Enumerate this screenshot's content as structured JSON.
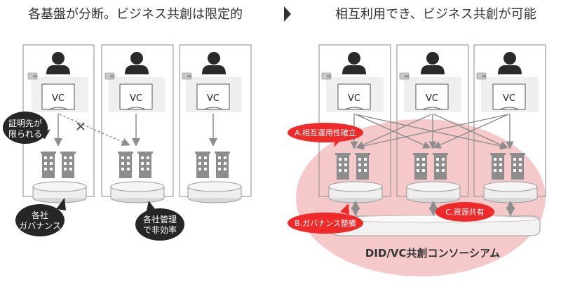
{
  "left": {
    "title": "各基盤が分断。ビジネス共創は限定的",
    "vc_labels": [
      "VC",
      "VC",
      "VC"
    ],
    "bubble_verify": [
      "証明先が",
      "限られる"
    ],
    "bubble_gov": [
      "各社",
      "ガバナンス"
    ],
    "bubble_ineff": [
      "各社管理",
      "で非効率"
    ]
  },
  "right": {
    "title": "相互利用でき、ビジネス共創が可能",
    "vc_labels": [
      "VC",
      "VC",
      "VC"
    ],
    "tag_a": "A.相互運用性確立",
    "tag_b": "B.ガバナンス整備",
    "tag_c": "C.資源共有",
    "consortium": "DID/VC共創コンソーシアム"
  },
  "colors": {
    "consortium_fill": "#f5c9c9",
    "tag_red": "#ee2a2a",
    "bubble_dark": "#262626",
    "panel_border": "#8a8a8a",
    "icon_gray": "#8d8d8d"
  }
}
